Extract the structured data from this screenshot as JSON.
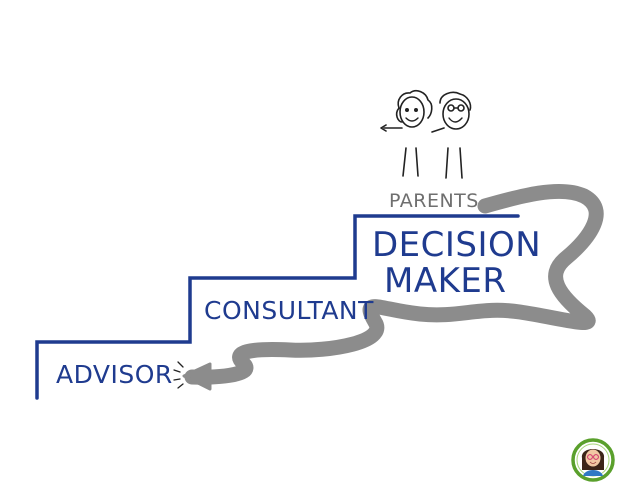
{
  "steps": {
    "advisor": "ADVISOR",
    "consultant": "CONSULTANT",
    "decision_line1": "DECISION",
    "decision_line2": "MAKER"
  },
  "parents": "PARENTS",
  "colors": {
    "stair": "#1f3b8f",
    "path": "#8c8c8c",
    "ink": "#222222",
    "parents_text": "#6f6f6f",
    "badge_ring": "#5aa02c"
  },
  "icons": {
    "parents_figures": "two-stick-figures-icon",
    "badge": "avatar-badge-icon",
    "arrow": "arrowhead-icon"
  }
}
